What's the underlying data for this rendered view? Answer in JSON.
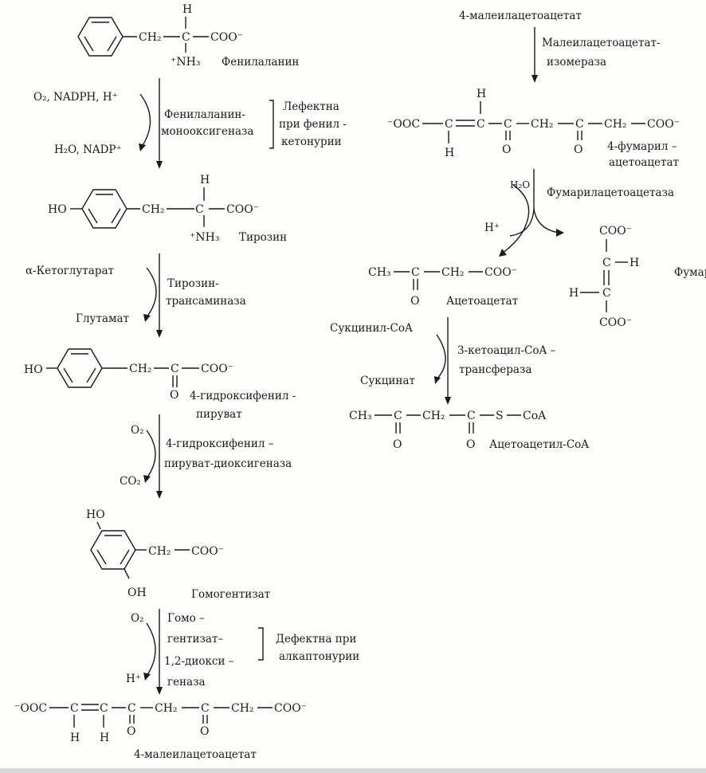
{
  "left": {
    "phe": {
      "h": "H",
      "c": "C",
      "ch2": "CH₂",
      "coo": "COO⁻",
      "nh3": "⁺NH₃",
      "name": "Фенилаланин"
    },
    "step1": {
      "in": "O₂, NADPH, H⁺",
      "out": "H₂O, NADP⁺",
      "enzyme1": "Фенилаланин-",
      "enzyme2": "монооксигеназа",
      "defect1": "Лефектна",
      "defect2": "при фенил -",
      "defect3": "кетонурии"
    },
    "tyr": {
      "ho": "HO",
      "h": "H",
      "c": "C",
      "ch2": "CH₂",
      "coo": "COO⁻",
      "nh3": "⁺NH₃",
      "name": "Тирозин"
    },
    "step2": {
      "in": "α-Кетоглутарат",
      "out": "Глутамат",
      "enzyme1": "Тирозин-",
      "enzyme2": "трансаминаза"
    },
    "hpp": {
      "ho": "HO",
      "ch2": "CH₂",
      "c": "C",
      "coo": "COO⁻",
      "o": "O",
      "name1": "4-гидроксифенил -",
      "name2": "пируват"
    },
    "step3": {
      "in": "O₂",
      "out": "CO₂",
      "enzyme1": "4-гидроксифенил –",
      "enzyme2": "пируват-диоксигеназа"
    },
    "hga": {
      "ho": "HO",
      "oh": "OH",
      "ch2": "CH₂",
      "coo": "COO⁻",
      "name": "Гомогентизат"
    },
    "step4": {
      "in": "O₂",
      "out": "H⁺",
      "enzyme1": "Гомо –",
      "enzyme2": "гентизат–",
      "enzyme3": "1,2-диокси –",
      "enzyme4": "геназа",
      "defect1": "Дефектна при",
      "defect2": "алкаптонурии"
    },
    "maa": {
      "ooc": "⁻OOC",
      "c": "C",
      "ch2": "CH₂",
      "coo": "COO⁻",
      "h": "H",
      "o": "O",
      "name": "4-малеилацетоацетат"
    }
  },
  "right": {
    "top_name": "4-малеилацетоацетат",
    "isom1": "Малеилацетоацетат-",
    "isom2": "изомераза",
    "faa": {
      "ooc": "⁻OOC",
      "c": "C",
      "ch2": "CH₂",
      "coo": "COO⁻",
      "h": "H",
      "o": "O",
      "name1": "4-фумарил –",
      "name2": "ацетоацетат"
    },
    "hydrolase": {
      "water": "H₂O",
      "enzyme": "Фумарилацетоацетаза",
      "h": "H⁺"
    },
    "acac": {
      "ch3": "CH₃",
      "c": "C",
      "ch2": "CH₂",
      "coo": "COO⁻",
      "o": "O",
      "name": "Ацетоацетат"
    },
    "fumarate": {
      "coo_top": "COO⁻",
      "c": "C",
      "h": "H",
      "coo_bot": "COO⁻",
      "name": "Фумарат"
    },
    "transfer": {
      "in": "Сукцинил-CoA",
      "out": "Сукцинат",
      "enzyme1": "3-кетоацил-CoA –",
      "enzyme2": "трансфераза"
    },
    "acacoa": {
      "ch3": "CH₃",
      "c": "C",
      "ch2": "CH₂",
      "s": "S",
      "coa": "CoA",
      "o": "O",
      "name": "Ацетоацетил-CoA"
    }
  }
}
